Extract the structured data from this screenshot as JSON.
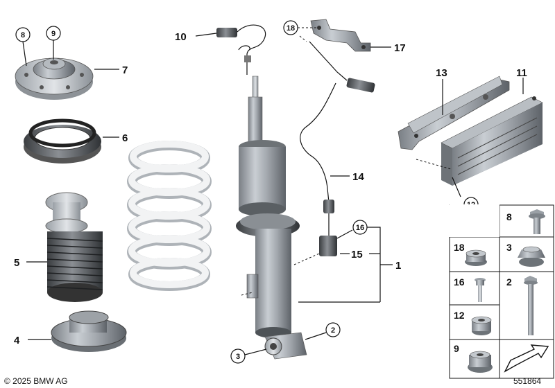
{
  "callouts": {
    "c1": "1",
    "c2": "2",
    "c3": "3",
    "c4": "4",
    "c5": "5",
    "c6": "6",
    "c7": "7",
    "c8": "8",
    "c9": "9",
    "c10": "10",
    "c11": "11",
    "c12": "12",
    "c13": "13",
    "c14": "14",
    "c15": "15",
    "c16": "16",
    "c17": "17",
    "c18": "18"
  },
  "table": {
    "r1": "8",
    "r2a": "18",
    "r2b": "3",
    "r3a": "16",
    "r3b": "2",
    "r4": "12",
    "r5": "9"
  },
  "footer": {
    "copyright": "© 2025 BMW AG",
    "diagram_number": "551864"
  }
}
